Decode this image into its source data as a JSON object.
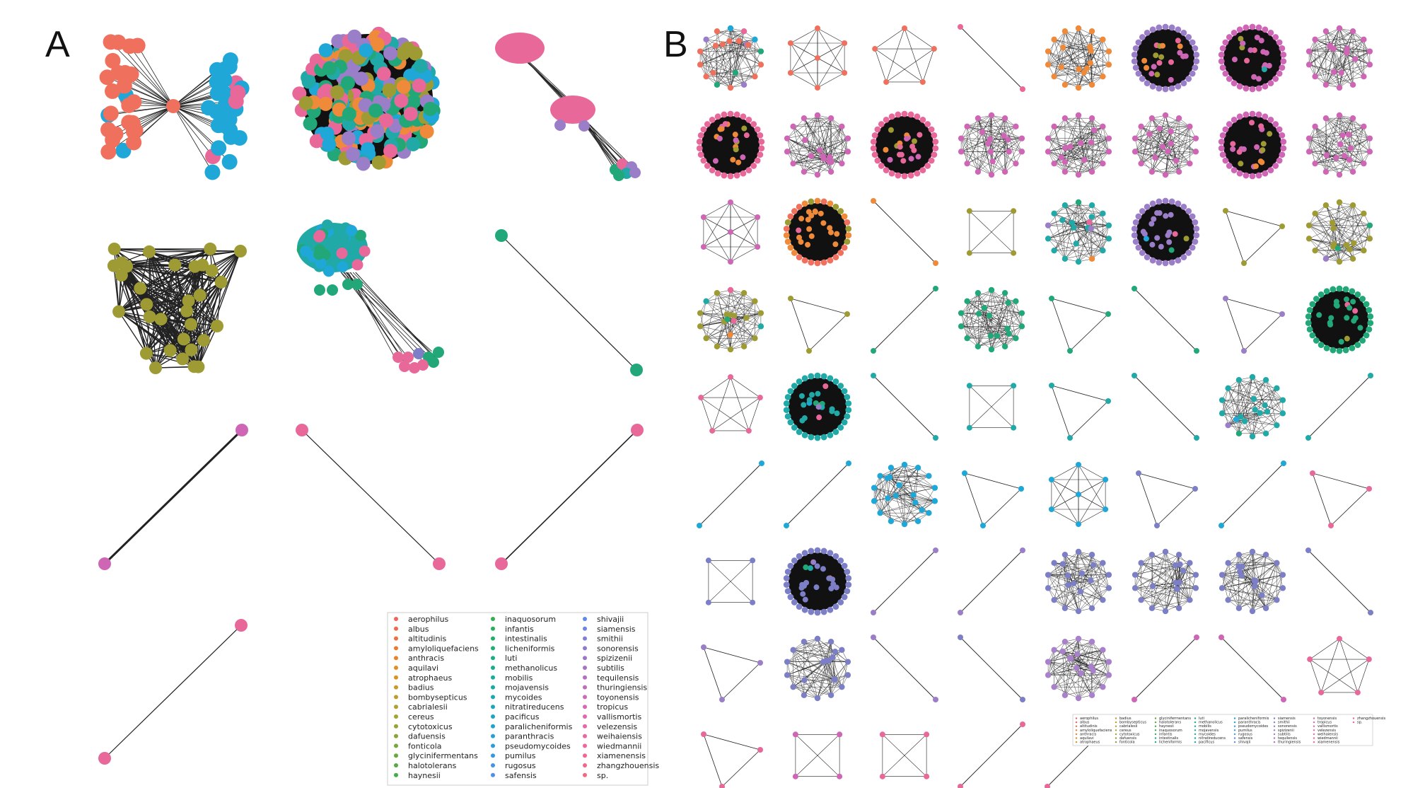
{
  "panels": {
    "a": {
      "label": "A"
    },
    "b": {
      "label": "B"
    }
  },
  "species": [
    {
      "name": "aerophilus",
      "color": "#f0645a"
    },
    {
      "name": "albus",
      "color": "#ef6a4f"
    },
    {
      "name": "altitudinis",
      "color": "#ec7040"
    },
    {
      "name": "amyloliquefaciens",
      "color": "#ea7a33"
    },
    {
      "name": "anthracis",
      "color": "#e8832a"
    },
    {
      "name": "aquilavi",
      "color": "#e38d25"
    },
    {
      "name": "atrophaeus",
      "color": "#d99325"
    },
    {
      "name": "badius",
      "color": "#cc982a"
    },
    {
      "name": "bombysepticus",
      "color": "#be9c2e"
    },
    {
      "name": "cabrialesii",
      "color": "#b0a030"
    },
    {
      "name": "cereus",
      "color": "#a3a233"
    },
    {
      "name": "cytotoxicus",
      "color": "#95a435"
    },
    {
      "name": "dafuensis",
      "color": "#87a637"
    },
    {
      "name": "fonticola",
      "color": "#77a83a"
    },
    {
      "name": "glycinifermentans",
      "color": "#66aa3d"
    },
    {
      "name": "halotolerans",
      "color": "#55ab42"
    },
    {
      "name": "haynesii",
      "color": "#44ac48"
    },
    {
      "name": "inaquosorum",
      "color": "#35ad52"
    },
    {
      "name": "infantis",
      "color": "#2aae5e"
    },
    {
      "name": "intestinalis",
      "color": "#22ae6a"
    },
    {
      "name": "licheniformis",
      "color": "#1fae76"
    },
    {
      "name": "luti",
      "color": "#1cad82"
    },
    {
      "name": "methanolicus",
      "color": "#1bac8d"
    },
    {
      "name": "mobilis",
      "color": "#1bab98"
    },
    {
      "name": "mojavensis",
      "color": "#1ba9a3"
    },
    {
      "name": "mycoides",
      "color": "#1ca8ad"
    },
    {
      "name": "nitratireducens",
      "color": "#1ea6b6"
    },
    {
      "name": "pacificus",
      "color": "#21a4bf"
    },
    {
      "name": "paralicheniformis",
      "color": "#25a2c8"
    },
    {
      "name": "paranthracis",
      "color": "#2a9fd0"
    },
    {
      "name": "pseudomycoides",
      "color": "#309cd7"
    },
    {
      "name": "pumilus",
      "color": "#3898dd"
    },
    {
      "name": "rugosus",
      "color": "#4494e2"
    },
    {
      "name": "safensis",
      "color": "#528fe4"
    },
    {
      "name": "shivajii",
      "color": "#618ae3"
    },
    {
      "name": "siamensis",
      "color": "#7185df"
    },
    {
      "name": "smithii",
      "color": "#8080d8"
    },
    {
      "name": "sonorensis",
      "color": "#8d7bd0"
    },
    {
      "name": "spizizenii",
      "color": "#9a77c8"
    },
    {
      "name": "subtilis",
      "color": "#a674c2"
    },
    {
      "name": "tequilensis",
      "color": "#b271bd"
    },
    {
      "name": "thuringiensis",
      "color": "#bd6fba"
    },
    {
      "name": "toyonensis",
      "color": "#c86db7"
    },
    {
      "name": "tropicus",
      "color": "#d36bb4"
    },
    {
      "name": "vallismortis",
      "color": "#dd69b0"
    },
    {
      "name": "velezensis",
      "color": "#e468aa"
    },
    {
      "name": "weihaiensis",
      "color": "#ea67a3"
    },
    {
      "name": "wiedmannii",
      "color": "#ee679b"
    },
    {
      "name": "xiamenensis",
      "color": "#f06792"
    },
    {
      "name": "zhangzhouensis",
      "color": "#f1688a"
    },
    {
      "name": "sp.",
      "color": "#f06a80"
    }
  ],
  "node_palette": {
    "salmon": "#f0705e",
    "blue": "#1fa7d8",
    "pink": "#e8689a",
    "olive": "#9e9b34",
    "orange": "#ee8a3a",
    "purple": "#9a7ec8",
    "green": "#22a878",
    "teal": "#21a9a8",
    "lilac": "#a880cc",
    "magenta": "#cf66b5",
    "slate": "#7c7fc6"
  }
}
